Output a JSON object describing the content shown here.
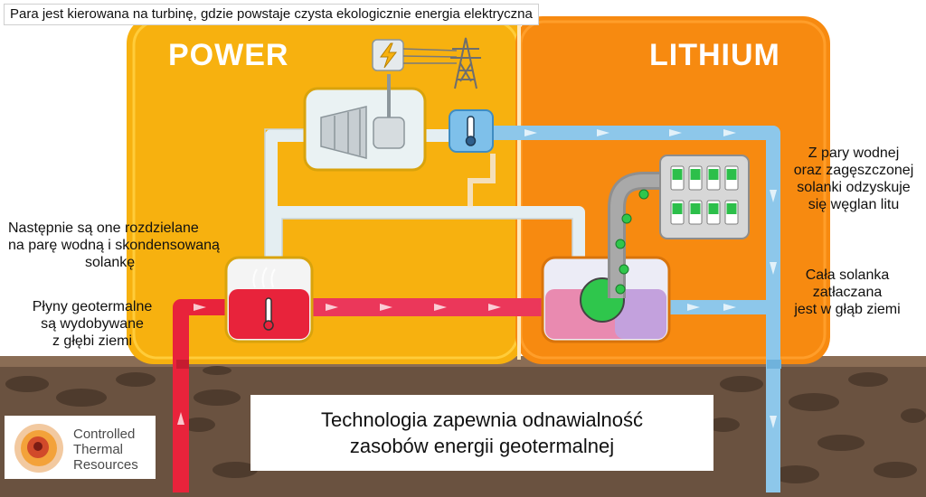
{
  "caption": "Para jest kierowana na turbinę, gdzie powstaje czysta ekologicznie energia elektryczna",
  "sections": {
    "power": "POWER",
    "lithium": "LITHIUM"
  },
  "labels": {
    "separation": [
      "Następnie są one rozdzielane",
      "na parę wodną i skondensowaną",
      "solankę"
    ],
    "extraction": [
      "Płyny geotermalne",
      "są wydobywane",
      "z głębi ziemi"
    ],
    "recovery": [
      "Z pary wodnej",
      "oraz zagęszczonej",
      "solanki odzyskuje",
      "się węglan litu"
    ],
    "injection": [
      "Cała solanka",
      "zatłaczana",
      "jest w głąb ziemi"
    ]
  },
  "note": [
    "Technologia zapewnia odnawialność",
    "zasobów energii geotermalnej"
  ],
  "logo": [
    "Controlled",
    "Thermal",
    "Resources"
  ],
  "icons": [
    "lightning-icon",
    "transmission-tower-icon",
    "turbine-icon",
    "generator-icon",
    "thermometer-icon",
    "lithium-cell-icon"
  ],
  "colors": {
    "power": "#f7b10f",
    "lithium": "#f78a10",
    "hot_pipe": "#e8233b",
    "steam_pipe": "#e4eef2",
    "cold_pipe": "#8dc7ea",
    "ground": "#5b4636",
    "lithium_cells": "#2cbf4a"
  }
}
